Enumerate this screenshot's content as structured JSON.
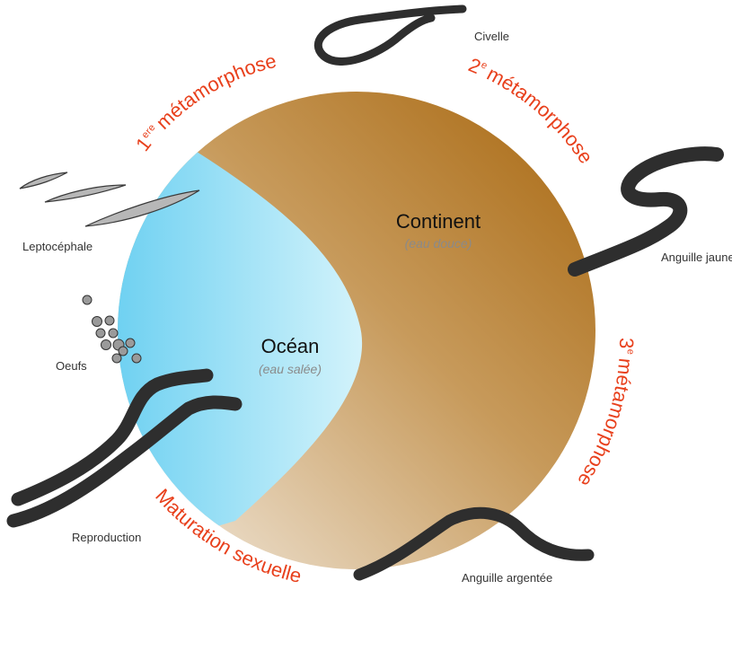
{
  "zones": {
    "ocean": {
      "title": "Océan",
      "subtitle": "(eau salée)",
      "color_light": "#c9f0fb",
      "color_dark": "#55c8ef"
    },
    "continent": {
      "title": "Continent",
      "subtitle": "(eau douce)",
      "color_light": "#f3ece2",
      "color_dark": "#a8670f"
    }
  },
  "stages": {
    "civelle": "Civelle",
    "anguille_jaune": "Anguille jaune",
    "anguille_argentee": "Anguille argentée",
    "reproduction": "Reproduction",
    "oeufs": "Oeufs",
    "leptocephale": "Leptocéphale"
  },
  "transitions": {
    "meta1": {
      "number": "1",
      "superscript": "ere",
      "text": "métamorphose"
    },
    "meta2": {
      "number": "2",
      "superscript": "e",
      "text": "métamorphose"
    },
    "meta3": {
      "number": "3",
      "superscript": "e",
      "text": "métamorphose"
    },
    "maturation": {
      "text": "Maturation sexuelle"
    }
  },
  "colors": {
    "accent_red": "#e8401c"
  }
}
